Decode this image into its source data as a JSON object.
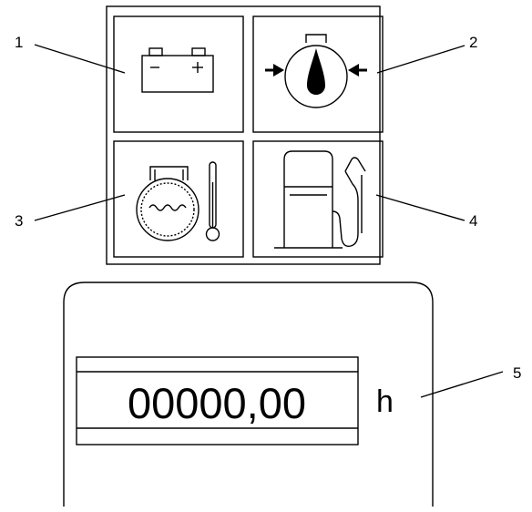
{
  "callouts": [
    {
      "number": "1",
      "target": "battery-warning-panel"
    },
    {
      "number": "2",
      "target": "oil-pressure-warning-panel"
    },
    {
      "number": "3",
      "target": "coolant-temperature-warning-panel"
    },
    {
      "number": "4",
      "target": "fuel-level-warning-panel"
    },
    {
      "number": "5",
      "target": "hour-meter"
    }
  ],
  "indicators": [
    {
      "icon": "battery-icon"
    },
    {
      "icon": "oil-pressure-icon"
    },
    {
      "icon": "coolant-temperature-icon"
    },
    {
      "icon": "fuel-pump-icon"
    }
  ],
  "hour_meter": {
    "display": "00000,00",
    "unit": "h"
  },
  "colors": {
    "line": "#000000",
    "background": "#ffffff"
  }
}
